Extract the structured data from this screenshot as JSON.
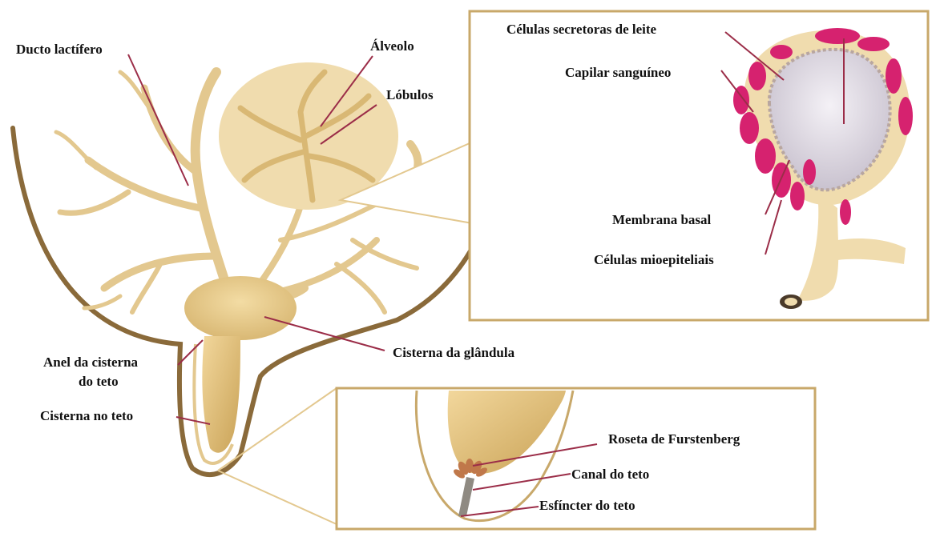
{
  "labels": {
    "ducto_lactifero": "Ducto lactífero",
    "alveolo": "Álveolo",
    "lobulos": "Lóbulos",
    "celulas_secretoras": "Células secretoras de leite",
    "capilar": "Capilar sanguíneo",
    "membrana_basal": "Membrana basal",
    "celulas_mioepiteliais": "Células mioepiteliais",
    "anel_line1": "Anel da cisterna",
    "anel_line2": "do teto",
    "cisterna_glandula": "Cisterna da glândula",
    "cisterna_teto": "Cisterna no teto",
    "roseta": "Roseta de Furstenberg",
    "canal": "Canal do teto",
    "esfincter": "Esfíncter do teto"
  },
  "colors": {
    "tissue": "#e3c88f",
    "tissue_light": "#f0dcae",
    "outline": "#8a6a3a",
    "leader": "#9b2d48",
    "cells": "#d6226f"
  }
}
